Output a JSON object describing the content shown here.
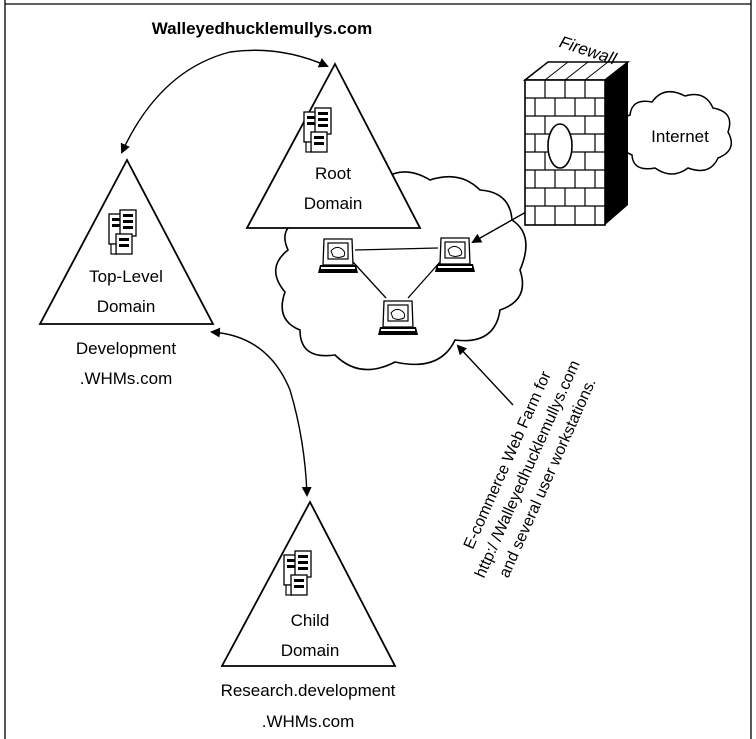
{
  "root_domain": {
    "name": "Walleyedhucklemullys.com",
    "label_line1": "Root",
    "label_line2": "Domain"
  },
  "top_level_domain": {
    "label_line1": "Top-Level",
    "label_line2": "Domain",
    "name_line1": "Development",
    "name_line2": ".WHMs.com"
  },
  "child_domain": {
    "label_line1": "Child",
    "label_line2": "Domain",
    "name_line1": "Research.development",
    "name_line2": ".WHMs.com"
  },
  "firewall": {
    "label": "Firewall"
  },
  "internet": {
    "label": "Internet"
  },
  "web_farm_note": {
    "line1": "E-commerce Web Farm for",
    "line2": "http:/ /Walleyedhucklemullys.com",
    "line3": "and several user workstations."
  },
  "colors": {
    "stroke": "#000000",
    "background": "#ffffff",
    "shade": "#000000"
  }
}
